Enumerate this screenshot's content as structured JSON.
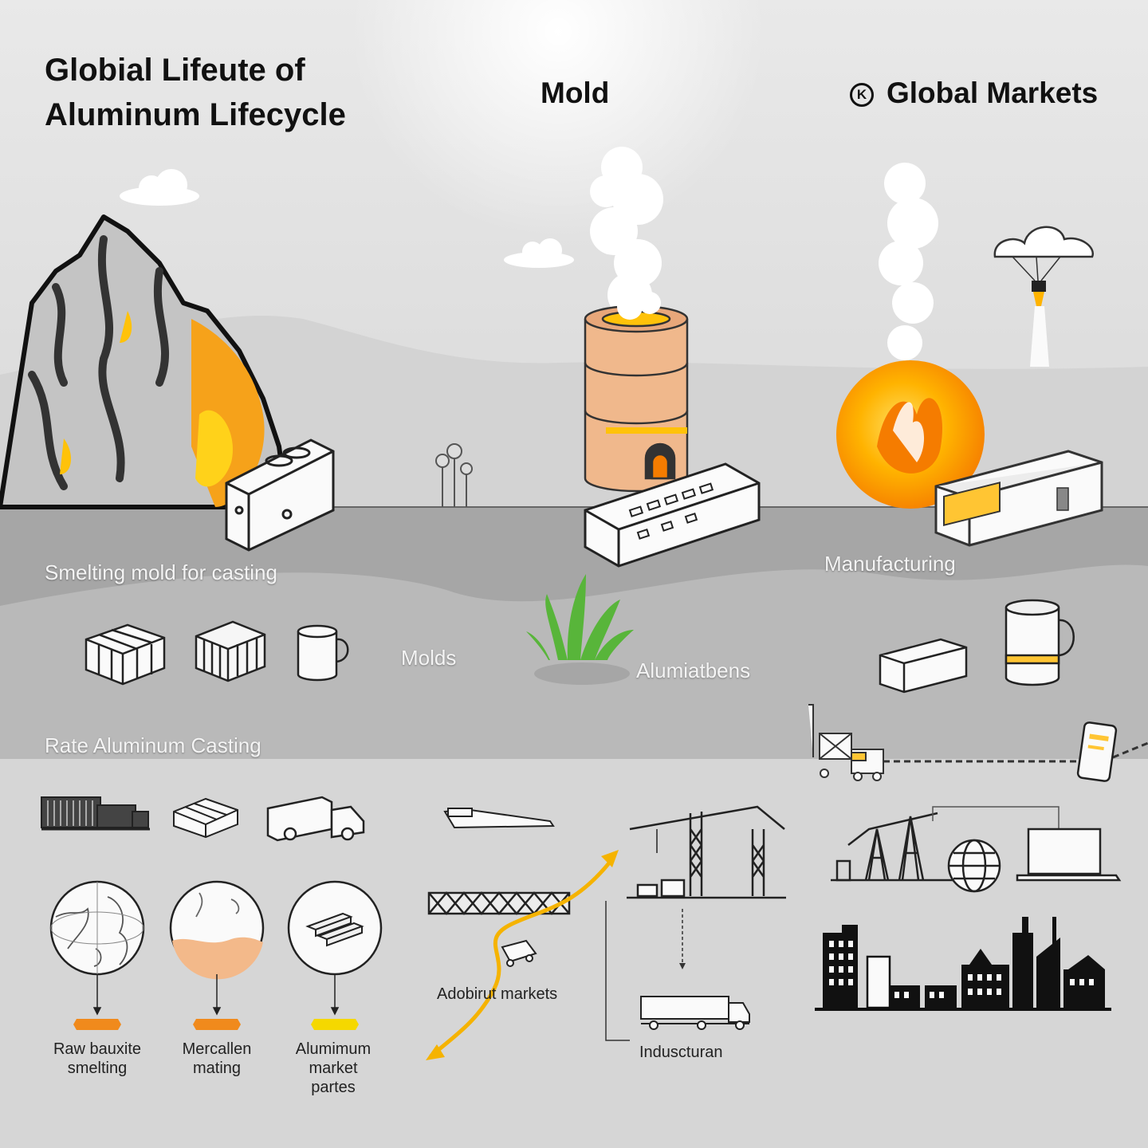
{
  "title_line1": "Globial Lifeute of",
  "title_line2": "Aluminum Lifecycle",
  "headers": {
    "mold": "Mold",
    "global_markets_badge": "K",
    "global_markets": "Global Markets"
  },
  "band_labels": {
    "smelting": "Smelting mold for casting",
    "manufacturing": "Manufacturing",
    "molds": "Molds",
    "alumiatbens": "Alumiatbens",
    "casting": "Rate Aluminum Casting"
  },
  "bottom_labels": {
    "adobirut": "Adobirut markets",
    "inducturan": "Induscturan"
  },
  "circle_steps": [
    {
      "label_line1": "Raw bauxite",
      "label_line2": "smelting",
      "label_line3": "",
      "accent": "#f08a1c"
    },
    {
      "label_line1": "Mercallen",
      "label_line2": "mating",
      "label_line3": "",
      "accent": "#f08a1c"
    },
    {
      "label_line1": "Alumimum",
      "label_line2": "market",
      "label_line3": "partes",
      "accent": "#f5d800"
    }
  ],
  "colors": {
    "background": "#e4e4e4",
    "ground": "#a4a4a4",
    "flame_orange": "#f58a1e",
    "flame_yellow": "#ffc60a",
    "furnace": "#f0b88c",
    "grass": "#58b53a"
  }
}
